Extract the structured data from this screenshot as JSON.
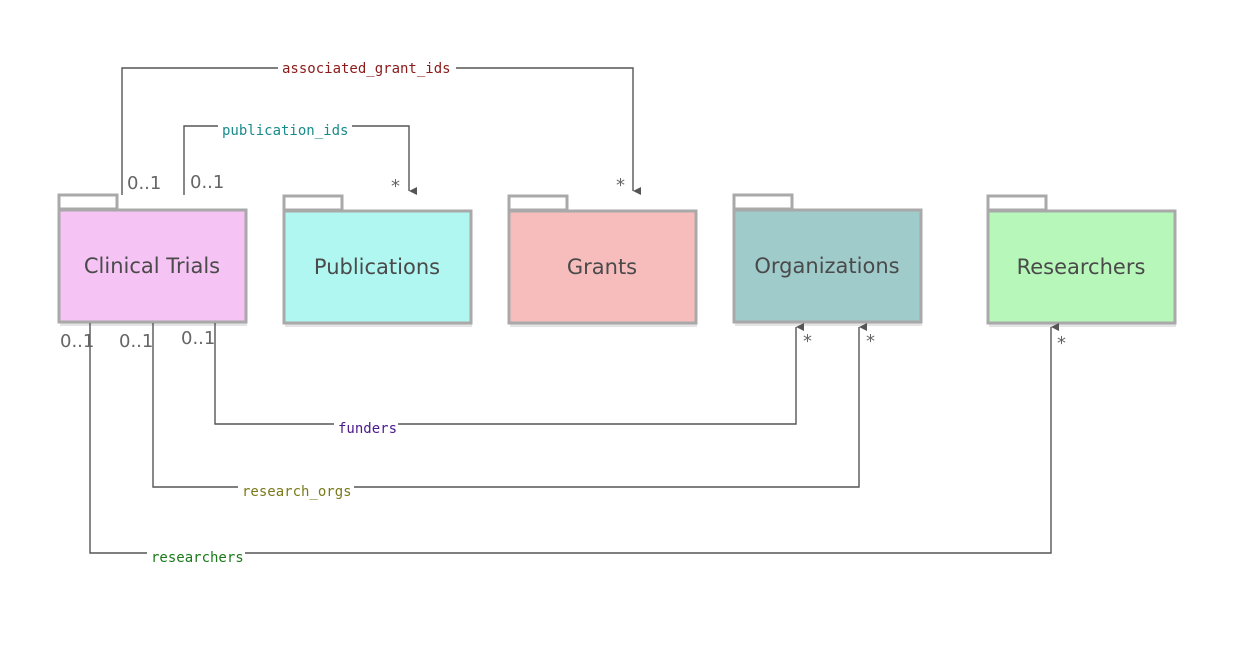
{
  "packages": [
    {
      "id": "clinical_trials",
      "label": "Clinical Trials",
      "color": "#f5c4f4"
    },
    {
      "id": "publications",
      "label": "Publications",
      "color": "#b1f7f1"
    },
    {
      "id": "grants",
      "label": "Grants",
      "color": "#f7bdbd"
    },
    {
      "id": "organizations",
      "label": "Organizations",
      "color": "#a0cbcb"
    },
    {
      "id": "researchers",
      "label": "Researchers",
      "color": "#b8f7ba"
    }
  ],
  "relationships": [
    {
      "label": "associated_grant_ids",
      "color": "#8b1a1a",
      "from": "clinical_trials",
      "to": "grants",
      "source_mult": "0..1",
      "target_mult": "*"
    },
    {
      "label": "publication_ids",
      "color": "#1a8b8b",
      "from": "clinical_trials",
      "to": "publications",
      "source_mult": "0..1",
      "target_mult": "*"
    },
    {
      "label": "funders",
      "color": "#4b1a8b",
      "from": "clinical_trials",
      "to": "organizations",
      "source_mult": "0..1",
      "target_mult": "*"
    },
    {
      "label": "research_orgs",
      "color": "#7a7a1a",
      "from": "clinical_trials",
      "to": "organizations",
      "source_mult": "0..1",
      "target_mult": "*"
    },
    {
      "label": "researchers",
      "color": "#1a7a1a",
      "from": "clinical_trials",
      "to": "researchers",
      "source_mult": "0..1",
      "target_mult": "*"
    }
  ],
  "arrow_color": "#555555"
}
